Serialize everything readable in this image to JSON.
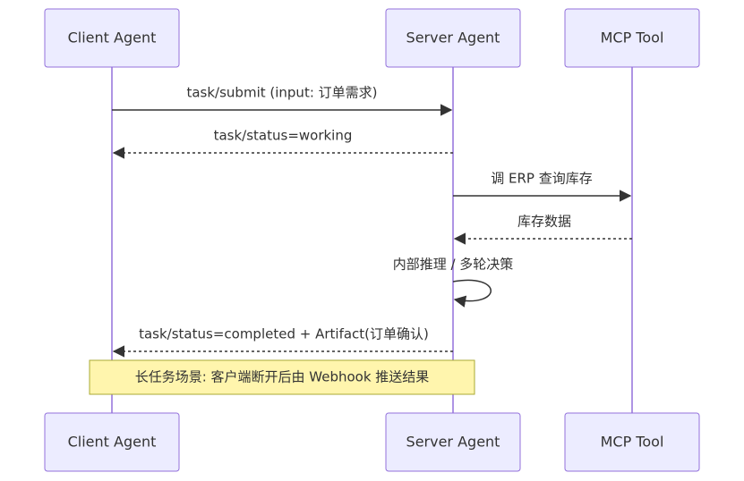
{
  "participants": [
    {
      "id": "client",
      "label": "Client Agent"
    },
    {
      "id": "server",
      "label": "Server Agent"
    },
    {
      "id": "mcp",
      "label": "MCP Tool"
    }
  ],
  "messages": [
    {
      "from": "client",
      "to": "server",
      "style": "solid",
      "label": "task/submit (input: 订单需求)"
    },
    {
      "from": "server",
      "to": "client",
      "style": "dotted",
      "label": "task/status=working"
    },
    {
      "from": "server",
      "to": "mcp",
      "style": "solid",
      "label": "调 ERP 查询库存"
    },
    {
      "from": "mcp",
      "to": "server",
      "style": "dotted",
      "label": "库存数据"
    },
    {
      "from": "server",
      "to": "server",
      "style": "solid",
      "label": "内部推理 / 多轮决策"
    },
    {
      "from": "server",
      "to": "client",
      "style": "dotted",
      "label": "task/status=completed + Artifact(订单确认)"
    }
  ],
  "note": {
    "over": [
      "client",
      "server"
    ],
    "text": "长任务场景: 客户端断开后由 Webhook 推送结果"
  },
  "colors": {
    "actor_fill": "#ececff",
    "actor_stroke": "#9370db",
    "arrow": "#333333",
    "note_fill": "#fff5ad",
    "note_stroke": "#aaaa33"
  }
}
